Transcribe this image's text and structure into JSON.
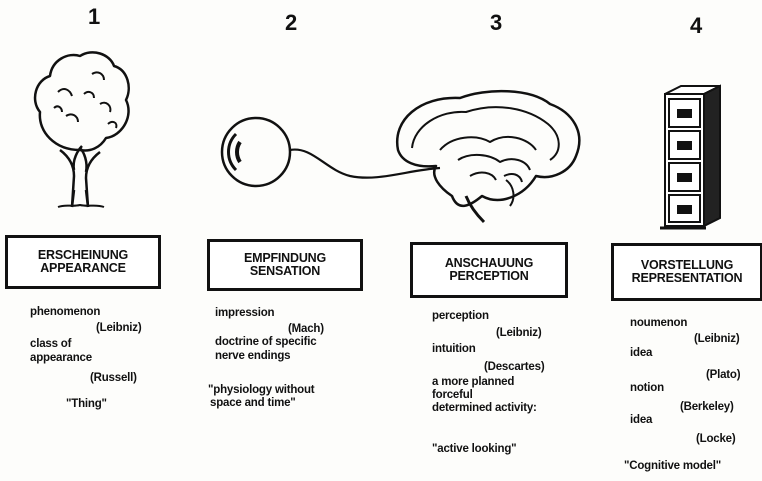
{
  "columns": [
    {
      "number": "1",
      "german": "ERSCHEINUNG",
      "english": "APPEARANCE",
      "notes": [
        "phenomenon",
        "(Leibniz)",
        "class of",
        "appearance",
        "(Russell)",
        "\"Thing\""
      ]
    },
    {
      "number": "2",
      "german": "EMPFINDUNG",
      "english": "SENSATION",
      "notes": [
        "impression",
        "(Mach)",
        "doctrine of specific",
        "nerve endings",
        "\"physiology without",
        "space and time\""
      ]
    },
    {
      "number": "3",
      "german": "ANSCHAUUNG",
      "english": "PERCEPTION",
      "notes": [
        "perception",
        "(Leibniz)",
        "intuition",
        "(Descartes)",
        "a more planned",
        "forceful",
        "determined activity:",
        "\"active looking\""
      ]
    },
    {
      "number": "4",
      "german": "VORSTELLUNG",
      "english": "REPRESENTATION",
      "notes": [
        "noumenon",
        "(Leibniz)",
        "idea",
        "(Plato)",
        "notion",
        "(Berkeley)",
        "idea",
        "(Locke)",
        "\"Cognitive model\""
      ]
    }
  ],
  "icons": [
    "tree-icon",
    "eye-icon",
    "brain-icon",
    "filing-cabinet-icon"
  ]
}
